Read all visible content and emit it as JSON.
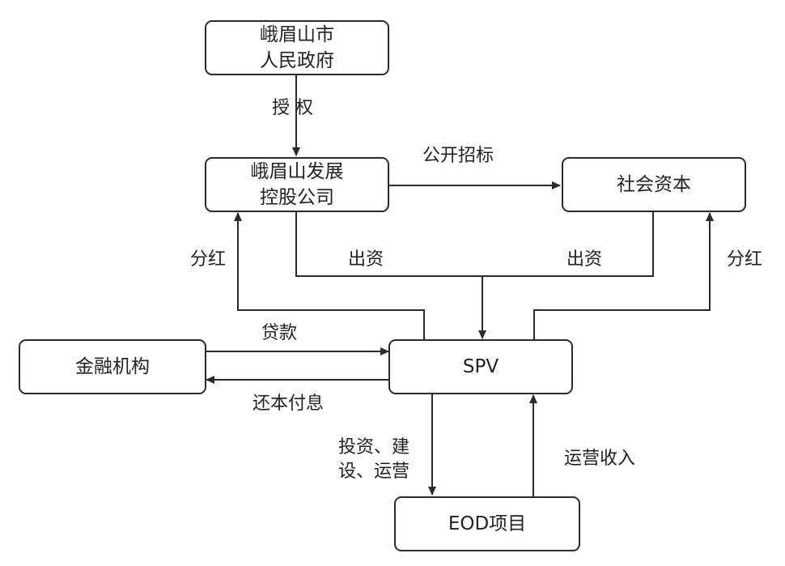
{
  "nodes": {
    "gov": {
      "line1": "峨眉山市",
      "line2": "人民政府"
    },
    "holding": {
      "line1": "峨眉山发展",
      "line2": "控股公司"
    },
    "social_capital": {
      "label": "社会资本"
    },
    "finance": {
      "label": "金融机构"
    },
    "spv": {
      "label": "SPV"
    },
    "eod": {
      "label": "EOD项目"
    }
  },
  "edges": {
    "authorize": "授 权",
    "public_tender": "公开招标",
    "dividend_left": "分红",
    "dividend_right": "分红",
    "invest_left": "出资",
    "invest_right": "出资",
    "loan": "贷款",
    "repay": "还本付息",
    "build_line1": "投资、建",
    "build_line2": "设、运营",
    "operating_income": "运营收入"
  },
  "colors": {
    "line": "#2b2b2b",
    "text": "#222222"
  }
}
